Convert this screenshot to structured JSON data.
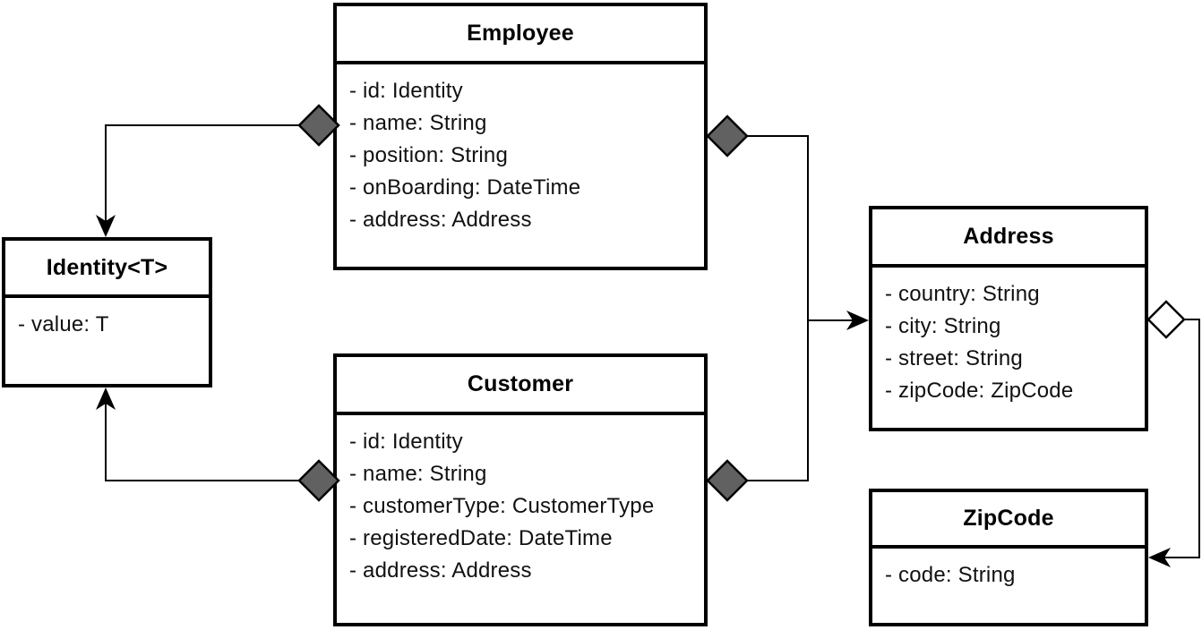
{
  "diagram": {
    "kind": "uml-class-diagram",
    "background_color": "#ffffff",
    "line_color": "#000000",
    "filled_diamond_color": "#616161",
    "hollow_diamond_color": "#ffffff",
    "classes": {
      "employee": {
        "title": "Employee",
        "attributes": [
          "- id: Identity",
          "- name: String",
          "- position: String",
          "- onBoarding: DateTime",
          "- address: Address"
        ]
      },
      "identity": {
        "title": "Identity<T>",
        "attributes": [
          "- value: T"
        ]
      },
      "customer": {
        "title": "Customer",
        "attributes": [
          "- id: Identity",
          "- name: String",
          "- customerType: CustomerType",
          "- registeredDate: DateTime",
          "- address: Address"
        ]
      },
      "address": {
        "title": "Address",
        "attributes": [
          "- country: String",
          "- city: String",
          "- street: String",
          "- zipCode: ZipCode"
        ]
      },
      "zipcode": {
        "title": "ZipCode",
        "attributes": [
          "- code: String"
        ]
      }
    },
    "relations": [
      {
        "from": "Employee",
        "to": "Identity<T>",
        "source_marker": "filled-diamond",
        "target_marker": "open-arrow"
      },
      {
        "from": "Customer",
        "to": "Identity<T>",
        "source_marker": "filled-diamond",
        "target_marker": "open-arrow"
      },
      {
        "from": "Employee",
        "to": "Address",
        "source_marker": "filled-diamond",
        "target_marker": "open-arrow"
      },
      {
        "from": "Customer",
        "to": "Address",
        "source_marker": "filled-diamond",
        "target_marker": "open-arrow"
      },
      {
        "from": "Address",
        "to": "ZipCode",
        "source_marker": "hollow-diamond",
        "target_marker": "open-arrow"
      }
    ]
  }
}
